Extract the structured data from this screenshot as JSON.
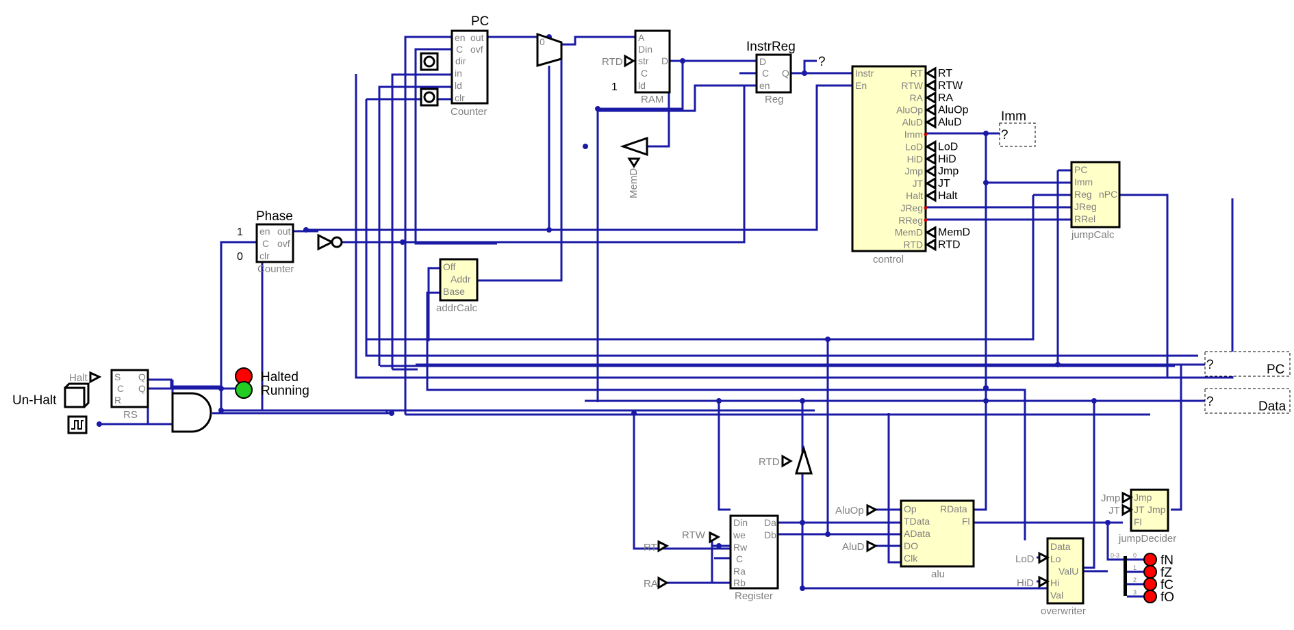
{
  "components": {
    "pc": {
      "title": "PC",
      "type": "Counter",
      "pins": [
        "en",
        "C",
        "dir",
        "in",
        "ld",
        "clr",
        "out",
        "ovf"
      ]
    },
    "phase": {
      "title": "Phase",
      "type": "Counter",
      "pins": [
        "en",
        "C",
        "clr",
        "out",
        "ovf"
      ],
      "const_en": "1",
      "const_clr": "0"
    },
    "ram": {
      "type": "RAM",
      "pins": [
        "A",
        "Din",
        "str",
        "C",
        "ld",
        "D"
      ],
      "str_input": "RTD",
      "ld_const": "1"
    },
    "instrreg": {
      "title": "InstrReg",
      "type": "Reg",
      "pins": [
        "D",
        "C",
        "en",
        "Q"
      ],
      "out_probe": "?"
    },
    "mux": {
      "sel_label": "0"
    },
    "memd_driver": {
      "label": "MemD"
    },
    "control": {
      "name": "control",
      "inputs": [
        "Instr",
        "En"
      ],
      "outputs": [
        "RT",
        "RTW",
        "RA",
        "AluOp",
        "AluD",
        "Imm",
        "LoD",
        "HiD",
        "Jmp",
        "JT",
        "Halt",
        "JReg",
        "RReg",
        "MemD",
        "RTD"
      ],
      "tunnels": [
        "RT",
        "RTW",
        "RA",
        "AluOp",
        "AluD",
        "LoD",
        "HiD",
        "Jmp",
        "JT",
        "Halt",
        "MemD",
        "RTD"
      ]
    },
    "imm_probe": {
      "title": "Imm",
      "value": "?"
    },
    "jumpcalc": {
      "name": "jumpCalc",
      "inputs": [
        "PC",
        "Imm",
        "Reg",
        "JReg",
        "RRel"
      ],
      "output": "nPC"
    },
    "addrcalc": {
      "name": "addrCalc",
      "inputs": [
        "Off",
        "Base"
      ],
      "output": "Addr"
    },
    "rs": {
      "name": "RS",
      "pins": [
        "S",
        "C",
        "R",
        "Q",
        "Q"
      ],
      "tunnel": "Halt"
    },
    "unhalt": {
      "label": "Un-Halt"
    },
    "leds": {
      "halted": "Halted",
      "running": "Running"
    },
    "pc_probe": {
      "value": "?",
      "label": "PC"
    },
    "data_probe": {
      "value": "?",
      "label": "Data"
    },
    "register": {
      "name": "Register",
      "inputs": [
        "Din",
        "we",
        "Rw",
        "C",
        "Ra",
        "Rb"
      ],
      "outputs": [
        "Da",
        "Db"
      ],
      "tunnels": [
        "RTW",
        "RT",
        "RA"
      ]
    },
    "rtd_driver": {
      "label": "RTD"
    },
    "alu": {
      "name": "alu",
      "inputs": [
        "Op",
        "TData",
        "AData",
        "DO",
        "Clk"
      ],
      "outputs": [
        "RData",
        "Fl"
      ],
      "tunnels": [
        "AluOp",
        "AluD"
      ]
    },
    "jumpdecider": {
      "name": "jumpDecider",
      "inputs": [
        "Jmp",
        "JT",
        "Fl"
      ],
      "output": "Jmp",
      "tunnels": [
        "Jmp",
        "JT"
      ]
    },
    "overwriter": {
      "name": "overwriter",
      "inputs": [
        "Data",
        "Lo",
        "Hi",
        "Val"
      ],
      "output": "ValU",
      "tunnels": [
        "LoD",
        "HiD"
      ]
    },
    "flags": {
      "range": "0-3",
      "bits": [
        "0",
        "1",
        "2",
        "3"
      ],
      "names": [
        "fN",
        "fZ",
        "fC",
        "fO"
      ]
    }
  },
  "colors": {
    "wire": "#1a1aa6",
    "component": "#ffffc8",
    "led_on": "#ff0000",
    "led_green": "#22cc22",
    "pin": "#cc0000"
  }
}
